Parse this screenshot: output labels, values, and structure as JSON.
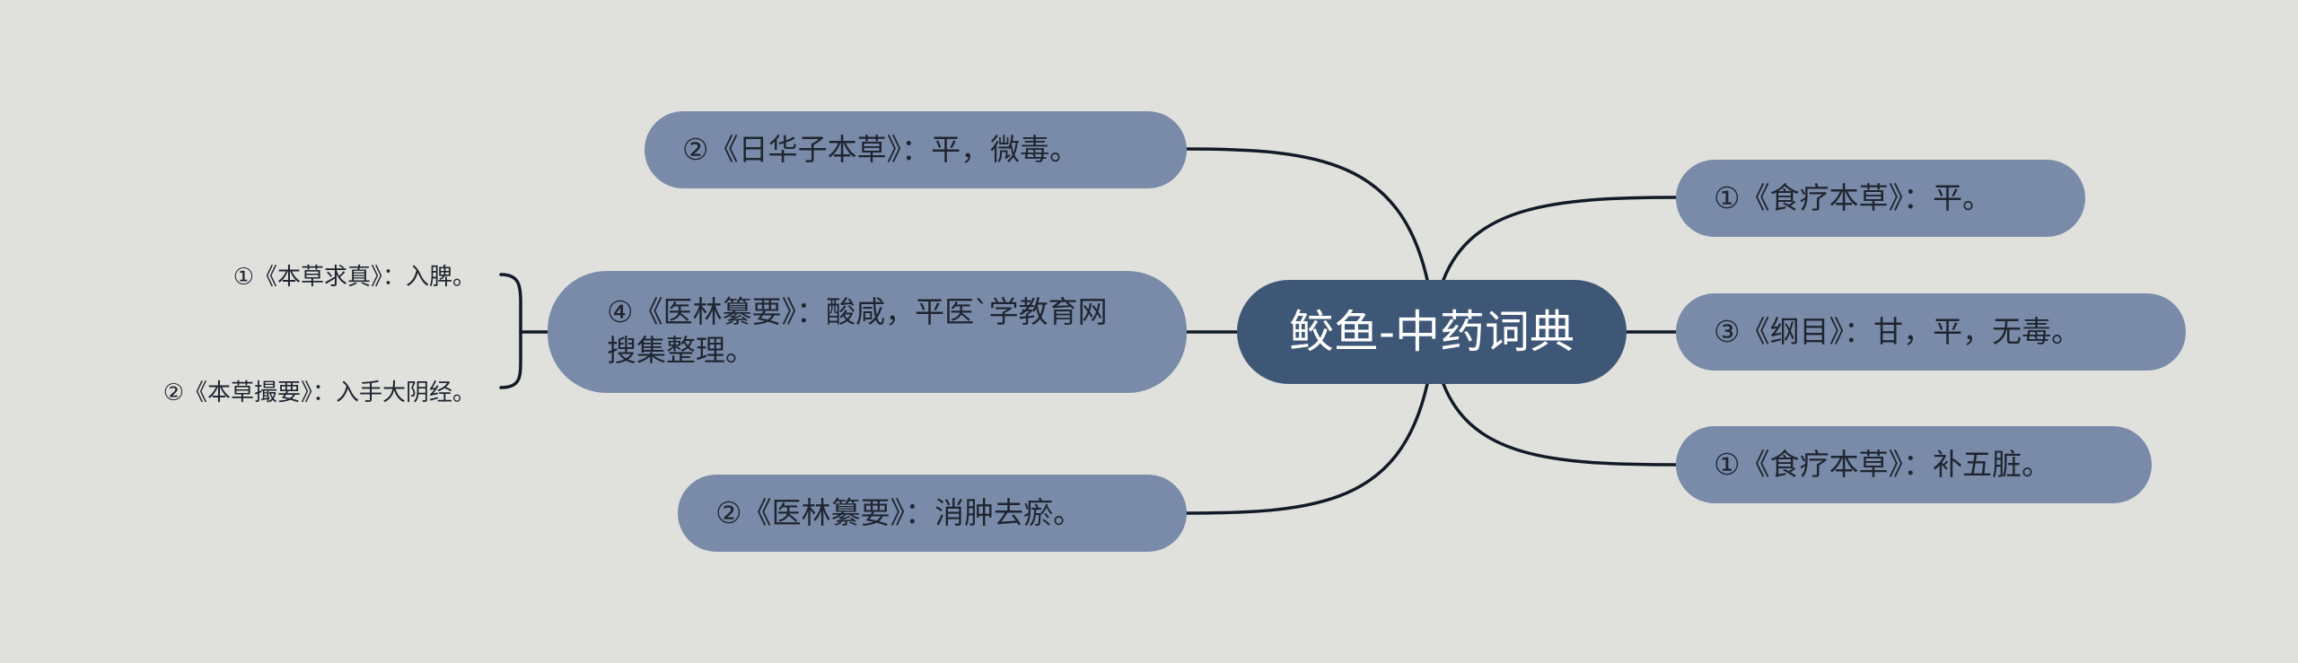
{
  "mindmap": {
    "root": "鲛鱼-中药词典",
    "left": [
      {
        "text": "②《日华子本草》：平，微毒。"
      },
      {
        "text": "④《医林纂要》：酸咸，平医`学教育网搜集整理。",
        "children": [
          "①《本草求真》：入脾。",
          "②《本草撮要》：入手大阴经。"
        ]
      },
      {
        "text": "②《医林纂要》：消肿去瘀。"
      }
    ],
    "right": [
      {
        "text": "①《食疗本草》：平。"
      },
      {
        "text": "③《纲目》：甘，平，无毒。"
      },
      {
        "text": "①《食疗本草》：补五脏。"
      }
    ]
  },
  "colors": {
    "background": "#e0e1dc",
    "root_fill": "#3f5777",
    "node_fill": "#7a8ba9",
    "connector": "#111a26"
  }
}
